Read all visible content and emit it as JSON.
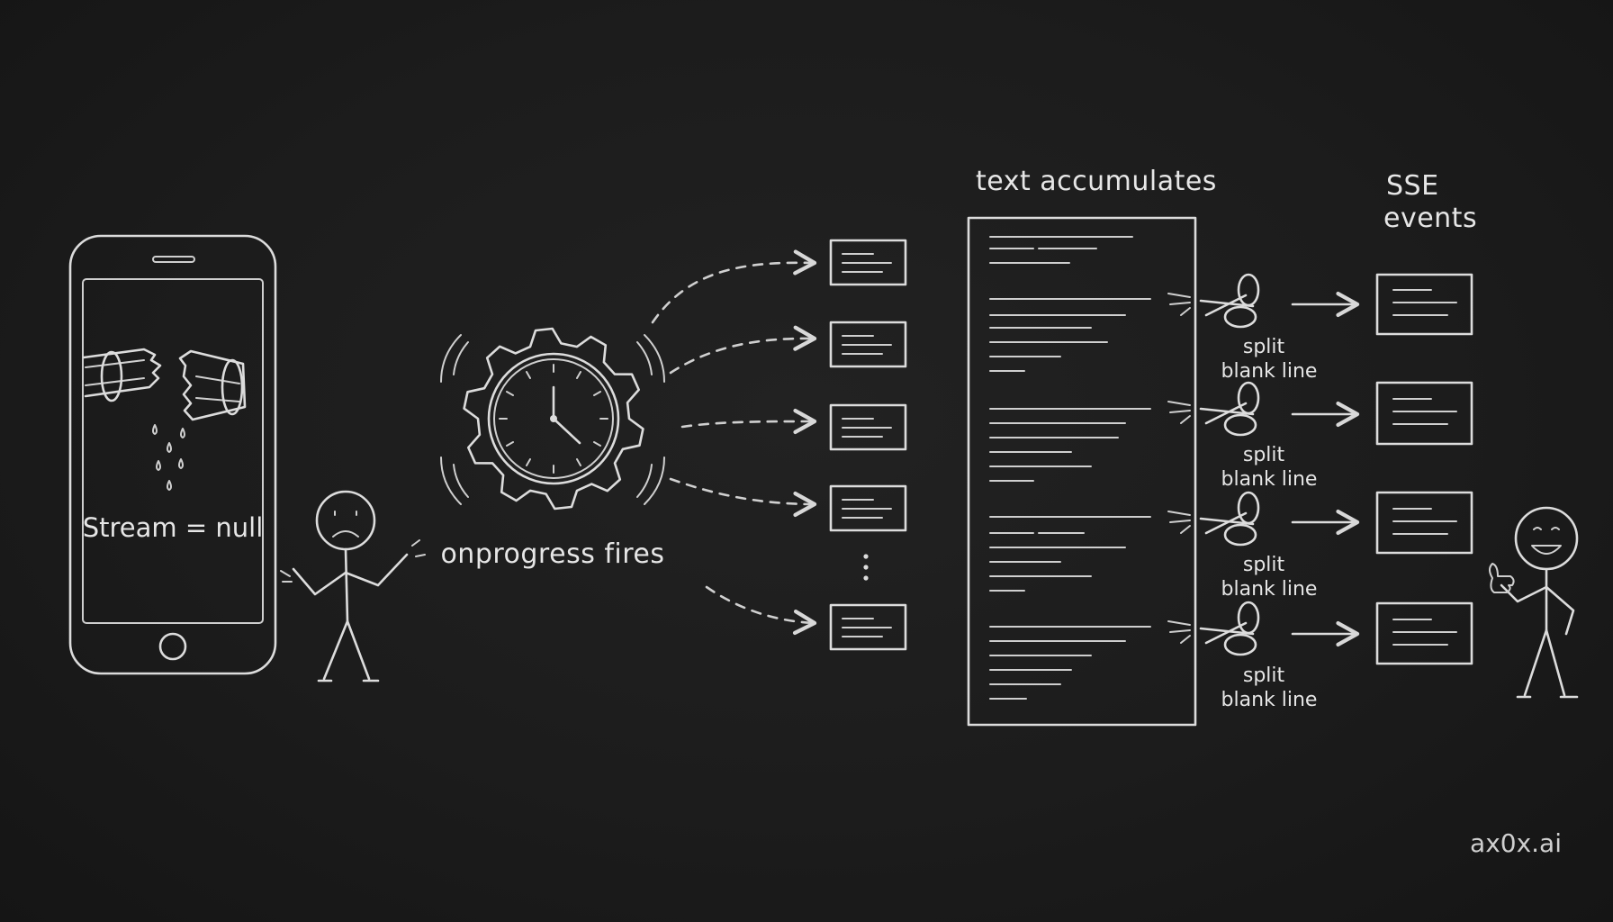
{
  "diagram": {
    "phone_label": "Stream = null",
    "timer_label": "onprogress fires",
    "buffer_label": "text accumulates",
    "events_label_line1": "SSE",
    "events_label_line2": "events",
    "split_labels": [
      {
        "line1": "split",
        "line2": "blank line"
      },
      {
        "line1": "split",
        "line2": "blank line"
      },
      {
        "line1": "split",
        "line2": "blank line"
      },
      {
        "line1": "split",
        "line2": "blank line"
      }
    ],
    "chunk_count_shown": 5,
    "event_count_shown": 4,
    "brand": "ax0x.ai"
  },
  "colors": {
    "background": "#1c1c1c",
    "chalk": "#dcdcdc"
  }
}
